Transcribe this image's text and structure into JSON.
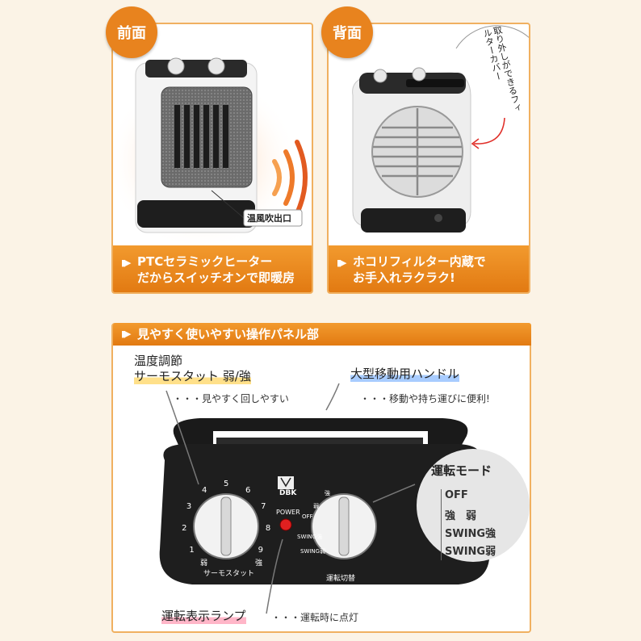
{
  "front": {
    "badge": "前面",
    "callout": "温風吹出口",
    "desc_line1": "PTCセラミックヒーター",
    "desc_line2": "だからスイッチオンで即暖房"
  },
  "back": {
    "badge": "背面",
    "callout": "取り外しができるフィルターカバー",
    "desc_line1": "ホコリフィルター内蔵で",
    "desc_line2": "お手入れラクラク!"
  },
  "panel": {
    "title": "見やすく使いやすい操作パネル部",
    "thermo_title1": "温度調節",
    "thermo_title2": "サーモスタット 弱/強",
    "thermo_note": "・・・見やすく回しやすい",
    "handle_title": "大型移動用ハンドル",
    "handle_note": "・・・移動や持ち運びに便利!",
    "mode_title": "運転モード",
    "modes": [
      "OFF",
      "強　弱",
      "SWING強",
      "SWING弱"
    ],
    "lamp_title": "運転表示ランプ",
    "lamp_note": "・・・運転時に点灯",
    "brand": "DBK",
    "dial_left_label": "サーモスタット",
    "dial_right_label": "運転切替",
    "dial_numbers": [
      "1",
      "2",
      "3",
      "4",
      "5",
      "6",
      "7",
      "8",
      "9"
    ],
    "dial_weak": "弱",
    "dial_strong": "強",
    "power_label": "POWER",
    "right_dial_marks": [
      "強",
      "弱",
      "OFF",
      "SWING強",
      "SWING弱"
    ]
  },
  "colors": {
    "accent": "#e8831e",
    "heater_body": "#f2f2f2",
    "control_panel": "#1e1e1e",
    "lamp": "#e02020"
  }
}
